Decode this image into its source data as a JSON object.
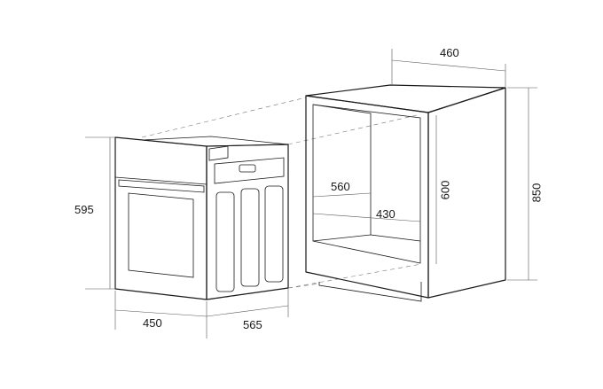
{
  "dimensions": {
    "cabinet_depth": "460",
    "cabinet_height": "850",
    "niche_height": "600",
    "niche_width": "560",
    "niche_inner_width": "430",
    "oven_height": "595",
    "oven_width": "450",
    "oven_depth": "565"
  }
}
